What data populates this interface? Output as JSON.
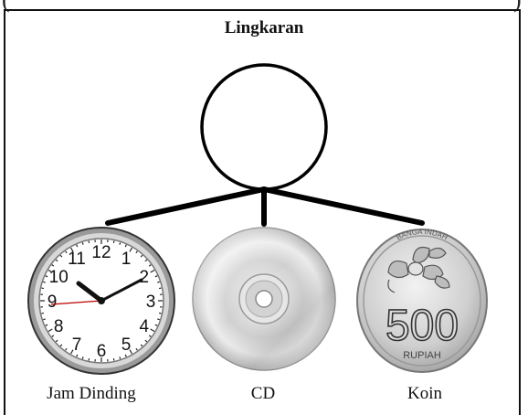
{
  "header": {
    "left_glyph": "(",
    "right_glyph": ")"
  },
  "diagram": {
    "title": "Lingkaran",
    "examples": [
      {
        "label": "Jam Dinding",
        "icon": "wall-clock-icon"
      },
      {
        "label": "CD",
        "icon": "compact-disc-icon"
      },
      {
        "label": "Koin",
        "icon": "coin-icon"
      }
    ],
    "clock_numbers": [
      "12",
      "1",
      "2",
      "3",
      "4",
      "5",
      "6",
      "7",
      "8",
      "9",
      "10",
      "11"
    ],
    "coin": {
      "value": "500",
      "currency": "RUPIAH",
      "rim_text": "BANGA INDAH"
    },
    "colors": {
      "outline": "#000000",
      "metal": "#c8c8c8",
      "disc": "#d9d9d9"
    }
  }
}
